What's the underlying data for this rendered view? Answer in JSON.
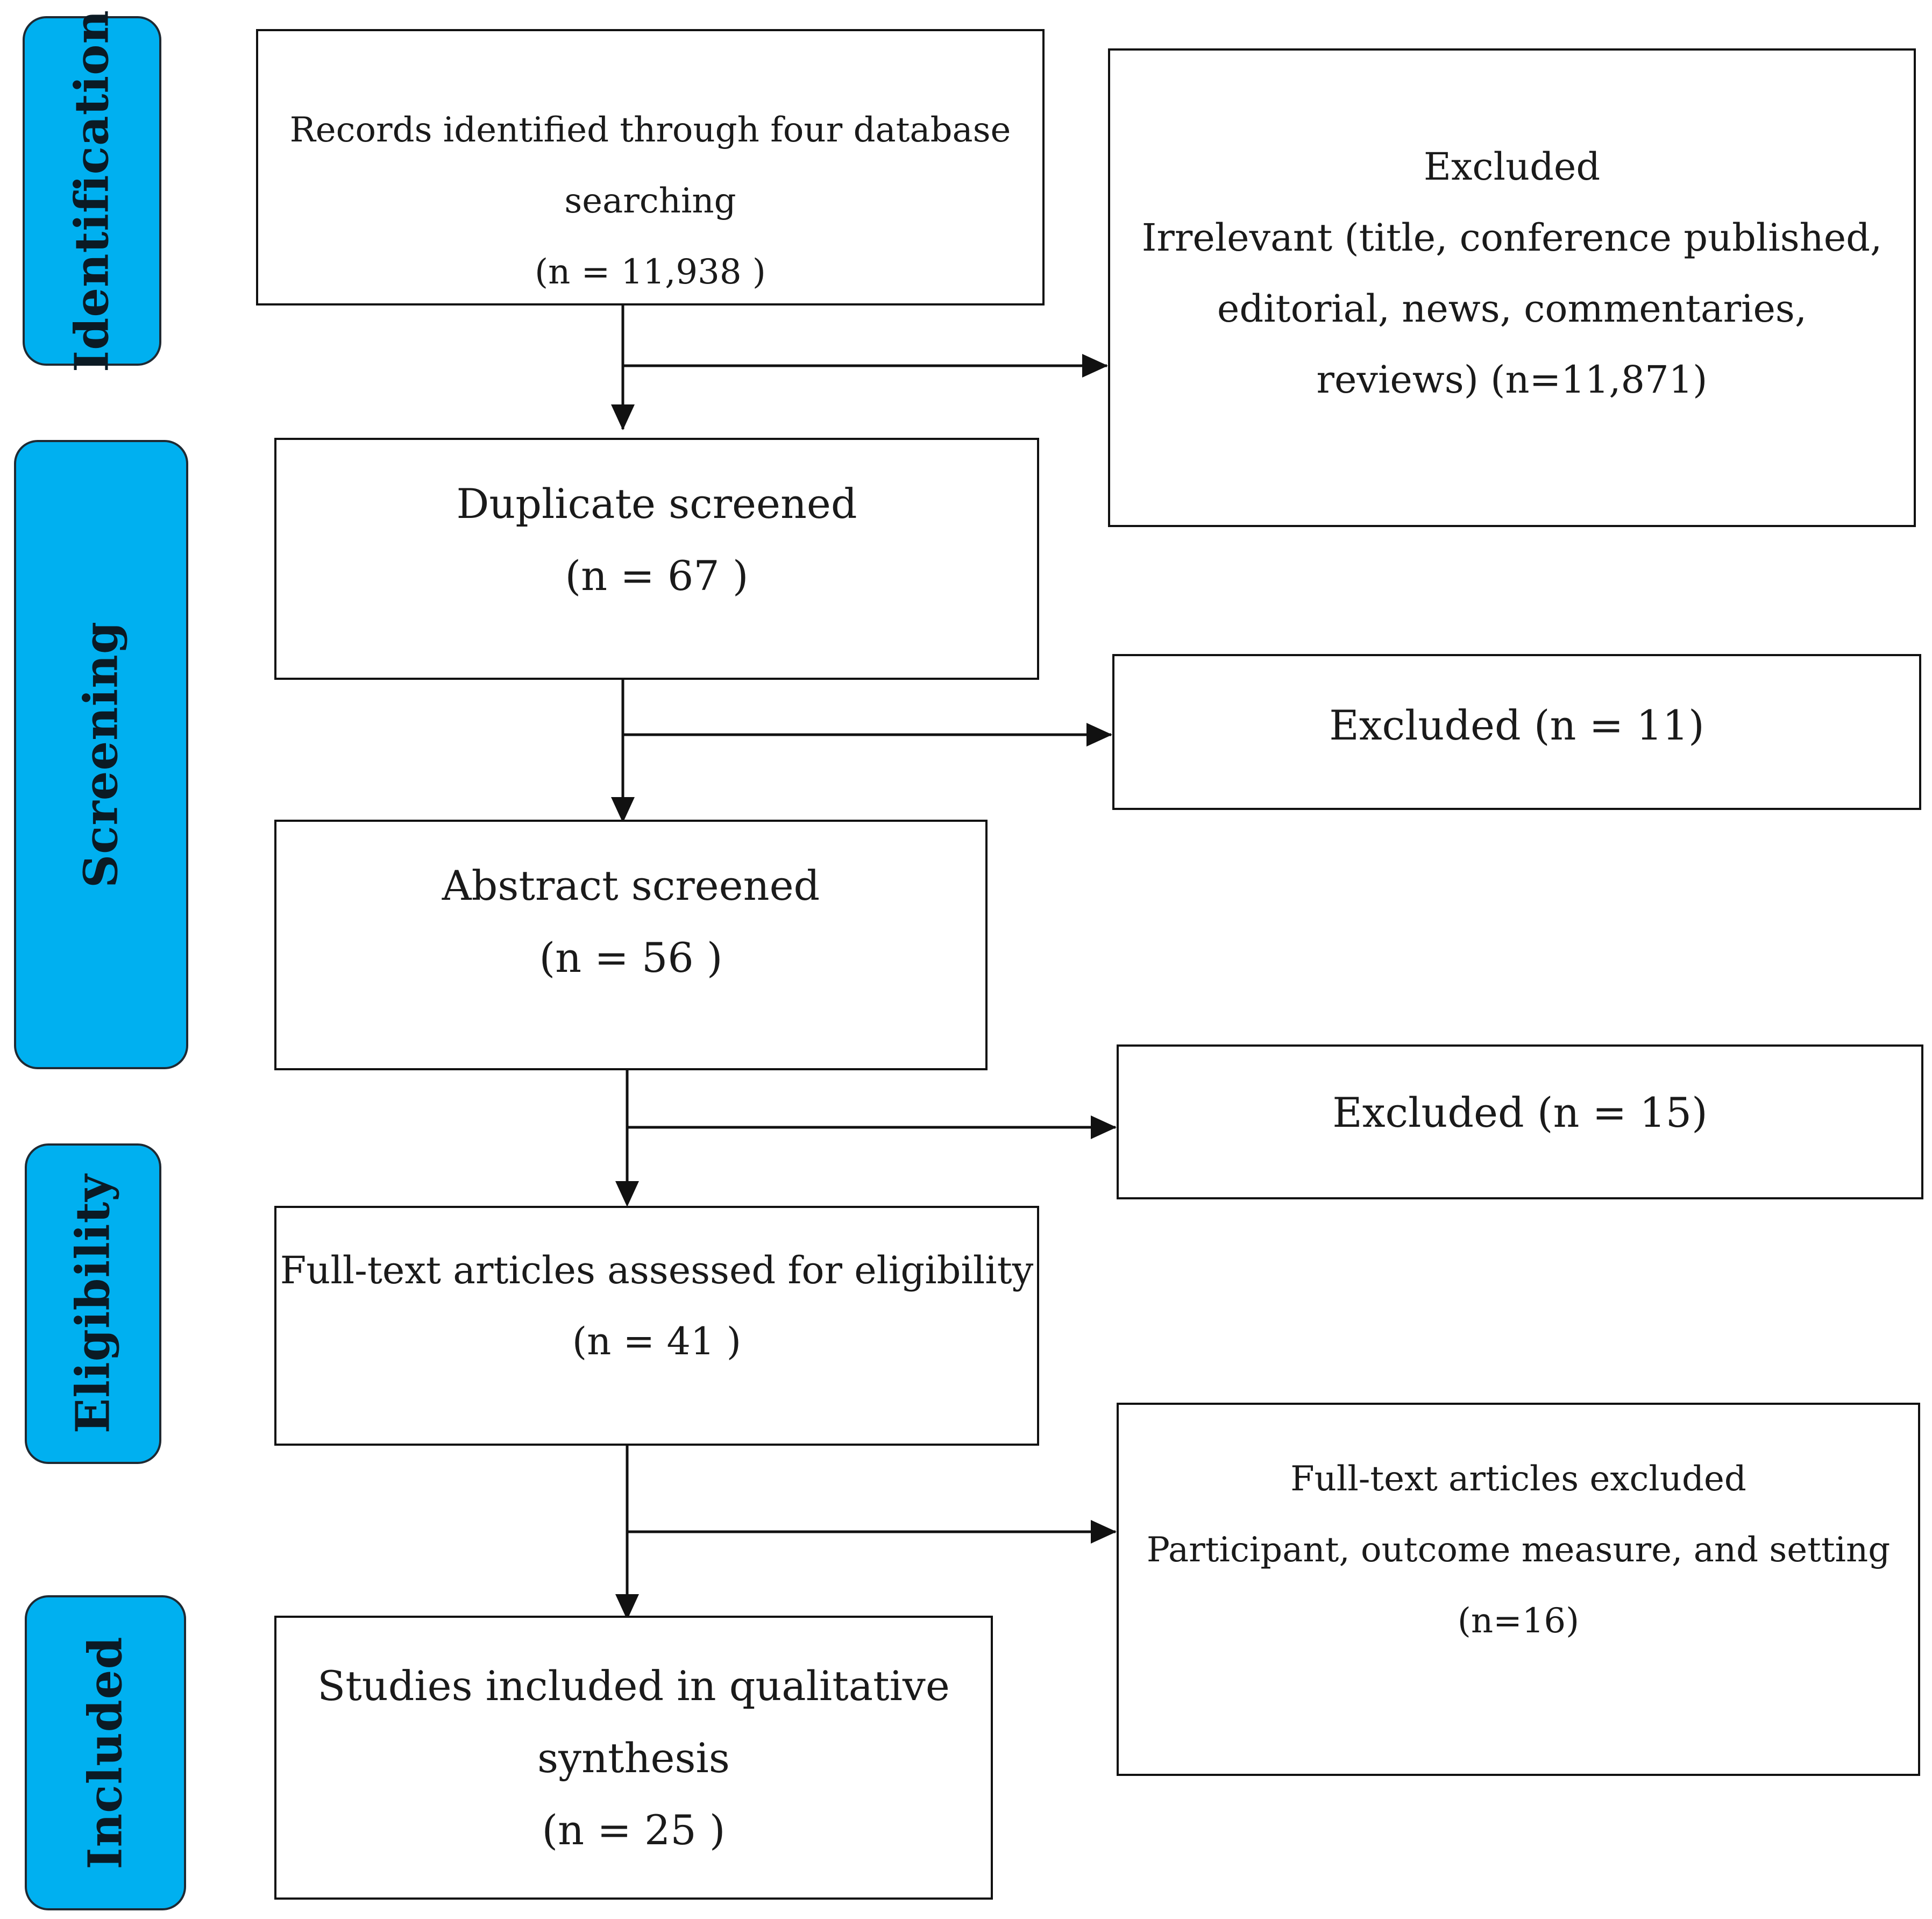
{
  "stages": {
    "identification": "Identification",
    "screening": "Screening",
    "eligibility": "Eligibility",
    "included": "Included"
  },
  "boxes": {
    "records_identified": {
      "lines": [
        "Records identified through four database",
        "searching",
        "(n = 11,938 )"
      ]
    },
    "excluded_irrelevant": {
      "lines": [
        "Excluded",
        "Irrelevant (title, conference published,",
        "editorial, news, commentaries,",
        "reviews) (n=11,871)"
      ]
    },
    "duplicate_screened": {
      "lines": [
        "Duplicate screened",
        "(n = 67 )"
      ]
    },
    "excluded_11": {
      "lines": [
        "Excluded (n = 11)"
      ]
    },
    "abstract_screened": {
      "lines": [
        "Abstract screened",
        "(n = 56 )"
      ]
    },
    "excluded_15": {
      "lines": [
        "Excluded (n = 15)"
      ]
    },
    "full_text_assessed": {
      "lines": [
        "Full-text articles assessed for eligibility",
        "(n = 41 )"
      ]
    },
    "full_text_excluded": {
      "lines": [
        "Full-text articles excluded",
        "Participant, outcome measure, and setting",
        "(n=16)"
      ]
    },
    "studies_included": {
      "lines": [
        "Studies included in qualitative",
        "synthesis",
        "(n = 25 )"
      ]
    }
  }
}
